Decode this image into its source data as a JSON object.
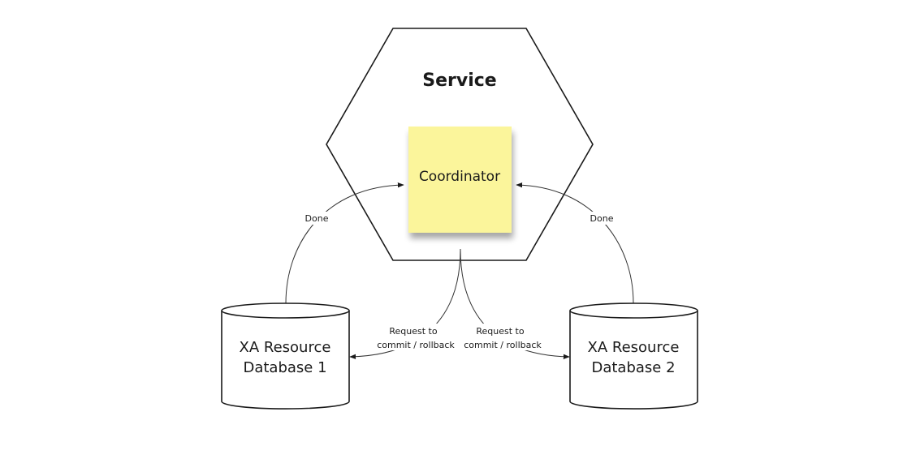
{
  "service": {
    "title": "Service"
  },
  "coordinator": {
    "label": "Coordinator",
    "color": "#fbf59b"
  },
  "databases": [
    {
      "line1": "XA Resource",
      "line2": "Database 1"
    },
    {
      "line1": "XA Resource",
      "line2": "Database 2"
    }
  ],
  "edges": {
    "done_left": "Done",
    "done_right": "Done",
    "request_left": {
      "line1": "Request to",
      "line2": "commit / rollback"
    },
    "request_right": {
      "line1": "Request to",
      "line2": "commit / rollback"
    }
  }
}
